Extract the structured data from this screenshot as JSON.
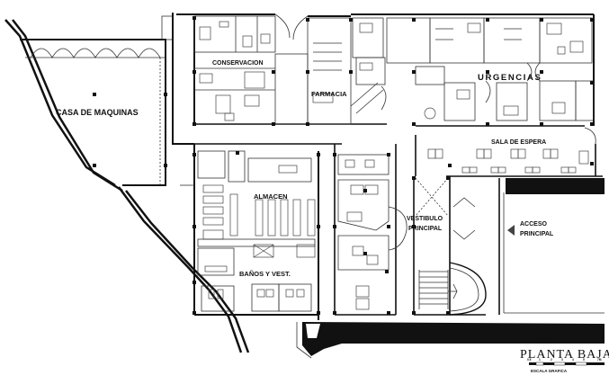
{
  "plan": {
    "rooms": {
      "casa_de_maquinas": "CASA DE MAQUINAS",
      "conservacion": "CONSERVACION",
      "farmacia": "FARMACIA",
      "urgencias": "URGENCIAS",
      "sala_de_espera": "SALA DE ESPERA",
      "almacen": "ALMACEN",
      "banos_y_vest": "BAÑOS Y VEST.",
      "vestibulo_line1": "VESTIBULO",
      "vestibulo_line2": "PRINCIPAL",
      "acceso_line1": "ACCESO",
      "acceso_line2": "PRINCIPAL"
    },
    "title": "PLANTA BAJA",
    "scale": {
      "caption": "ESCALA GRAFICA",
      "ticks": [
        "0.5",
        "1",
        "2",
        "3",
        "4",
        "5",
        "7M."
      ]
    }
  }
}
